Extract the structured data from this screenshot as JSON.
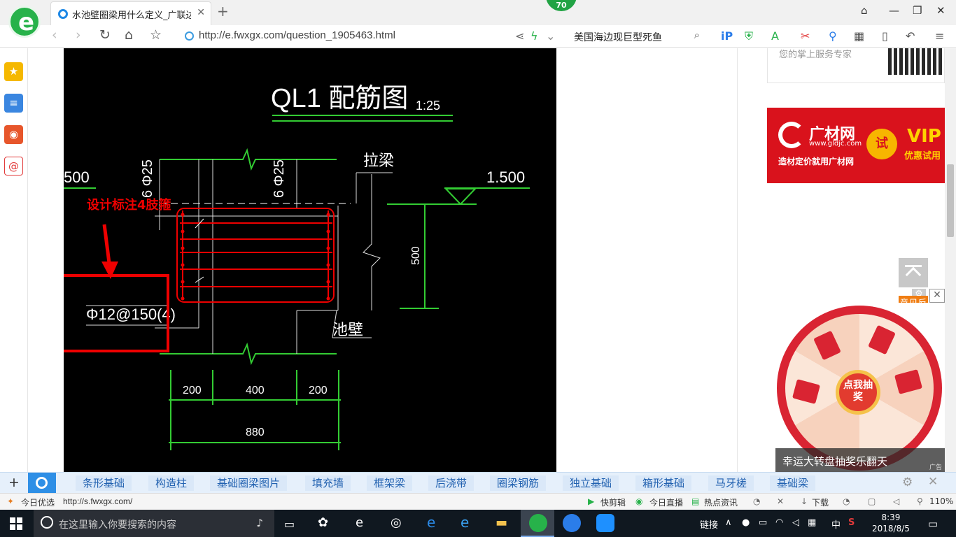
{
  "browser": {
    "tab_title": "水池壁圈梁用什么定义_广联达服",
    "tab_close": "✕",
    "new_tab": "+",
    "score_badge": "70",
    "url": "http://e.fwxgx.com/question_1905463.html",
    "search_value": "美国海边现巨型死鱼",
    "window": {
      "minimize": "—",
      "restore": "❐",
      "close": "✕",
      "pin": "⌂"
    }
  },
  "nav": {
    "back": "‹",
    "forward": "›",
    "refresh": "↻",
    "home": "⌂",
    "favorite": "☆"
  },
  "left_sidebar": [
    {
      "icon": "star-icon",
      "color": "#f5b800",
      "glyph": "★"
    },
    {
      "icon": "news-list-icon",
      "color": "#3a86e0",
      "glyph": "≡"
    },
    {
      "icon": "weibo-icon",
      "color": "#e7562b",
      "glyph": "◉"
    },
    {
      "icon": "mail-icon",
      "color": "#e23b3b",
      "glyph": "@"
    }
  ],
  "cad": {
    "title": "QL1 配筋图",
    "scale": "1:25",
    "rebar_top_left": "6 Φ25",
    "rebar_top_right": "6 Φ25",
    "label_beam": "拉梁",
    "label_wall": "池壁",
    "elevation": "1.500",
    "elevation_left": "500",
    "height_dim": "500",
    "stirrup": "Φ12@150(4)",
    "annotation": "设计标注4肢箍",
    "dims": [
      "200",
      "400",
      "200"
    ],
    "total_dim": "880"
  },
  "sidebar_right": {
    "service_text": "您的掌上服务专家",
    "ad_brand": "广材网",
    "ad_site": "www.gldjc.com",
    "ad_slogan": "造材定价就用广材网",
    "ad_try": "试",
    "ad_vip": "VIP",
    "ad_vip_sub": "优惠试用",
    "feedback": "意见反馈",
    "wheel_button": "点我抽奖",
    "wheel_caption": "幸运大转盘抽奖乐翻天",
    "ad_tag": "广告"
  },
  "tag_bar": {
    "plus": "+",
    "tags": [
      "条形基础",
      "构造柱",
      "基础圈梁图片",
      "填充墙",
      "框架梁",
      "后浇带",
      "圈梁钢筋",
      "独立基础",
      "箱形基础",
      "马牙槎",
      "基础梁"
    ],
    "close": "✕"
  },
  "status_bar": {
    "feed": "今日优选",
    "link": "http://s.fwxgx.com/",
    "items": [
      "快剪辑",
      "今日直播",
      "热点资讯",
      "下载"
    ],
    "zoom": "110%"
  },
  "taskbar": {
    "search_placeholder": "在这里输入你要搜索的内容",
    "tray_label": "链接",
    "ime": "中",
    "time": "8:39",
    "date": "2018/8/5"
  }
}
